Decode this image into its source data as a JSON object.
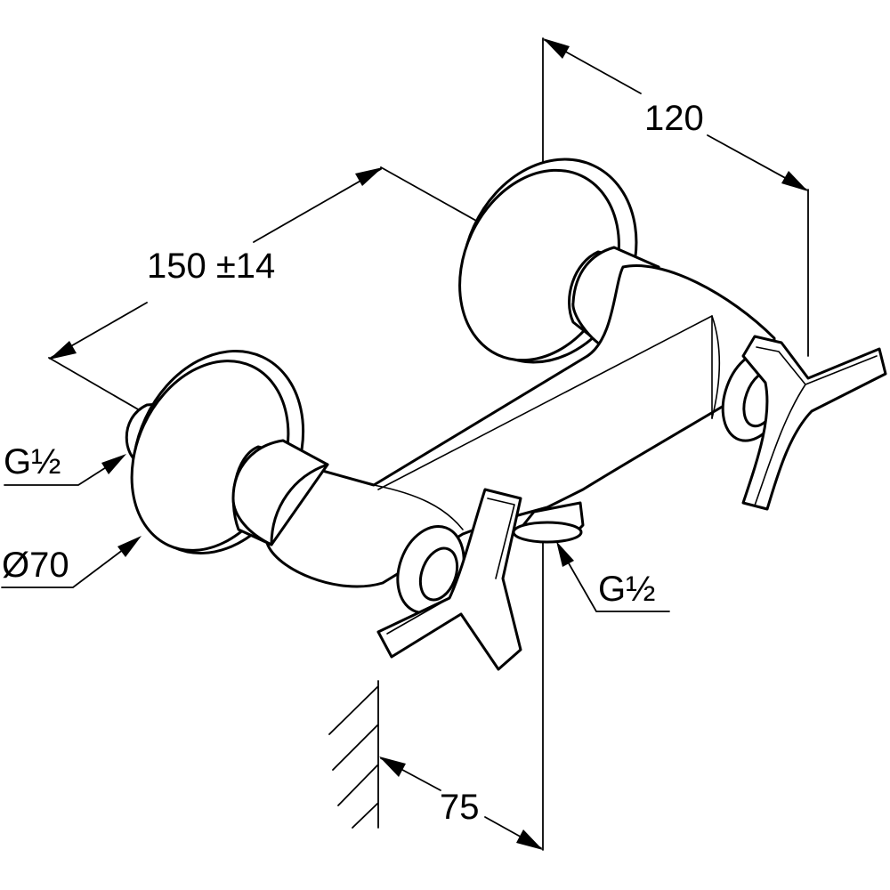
{
  "dimensions": {
    "width_120": "120",
    "length_150": "150 ±14",
    "projection_75": "75",
    "flange_diameter": "Ø70",
    "inlet_thread": "G½",
    "outlet_thread": "G½"
  },
  "colors": {
    "line": "#000000",
    "background": "#ffffff"
  }
}
